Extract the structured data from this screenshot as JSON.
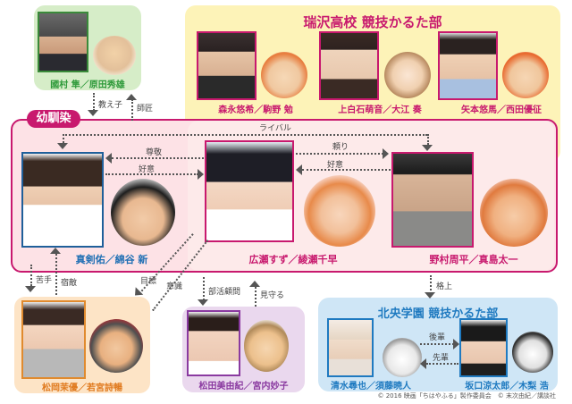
{
  "colors": {
    "childhood_accent": "#c8196e",
    "mizusawa_bg": "#fdf3b8",
    "mizusawa_text": "#c8196e",
    "mentor_bg": "#d6edc8",
    "mentor_text": "#2e9a3a",
    "rival_bg": "#fde4c6",
    "rival_text": "#e07a1e",
    "teacher_bg": "#ead8ee",
    "teacher_text": "#8a3aa0",
    "hokuo_bg": "#cfe6f6",
    "hokuo_text": "#1f7ac0",
    "childhood_name_blue": "#1f6fb4"
  },
  "groups": {
    "mentor": {
      "name": "國村 隼／原田秀雄"
    },
    "mizusawa": {
      "title": "瑞沢高校 競技かるた部",
      "members": [
        {
          "name": "森永悠希／駒野 勉"
        },
        {
          "name": "上白石萌音／大江 奏"
        },
        {
          "name": "矢本悠馬／西田優征"
        }
      ]
    },
    "childhood": {
      "tag": "幼馴染",
      "members": [
        {
          "name": "真剣佑／綿谷 新"
        },
        {
          "name": "広瀬すず／綾瀬千早"
        },
        {
          "name": "野村周平／真島太一"
        }
      ]
    },
    "rival": {
      "name": "松岡茉優／若宮詩暢"
    },
    "teacher": {
      "name": "松田美由紀／宮内妙子"
    },
    "hokuo": {
      "title": "北央学園 競技かるた部",
      "members": [
        {
          "name": "清水尋也／須藤暁人"
        },
        {
          "name": "坂口涼太郎／木梨 浩"
        }
      ]
    }
  },
  "relations": {
    "oshiego": "教え子",
    "shisho": "師匠",
    "rival": "ライバル",
    "sonkei": "尊敬",
    "koui_arata": "好意",
    "tayori": "頼り",
    "koui_taichi": "好意",
    "nigate": "苦手",
    "shukuteki": "宿敵",
    "mokuhyou": "目標",
    "ishiki": "意識",
    "bukatsu_komon": "部活顧問",
    "mimamoru": "見守る",
    "kakuue": "格上",
    "kouhai": "後輩",
    "senpai": "先輩"
  },
  "copyright": "© 2016 映画「ちはやふる」製作委員会　© 末次由紀／講談社"
}
